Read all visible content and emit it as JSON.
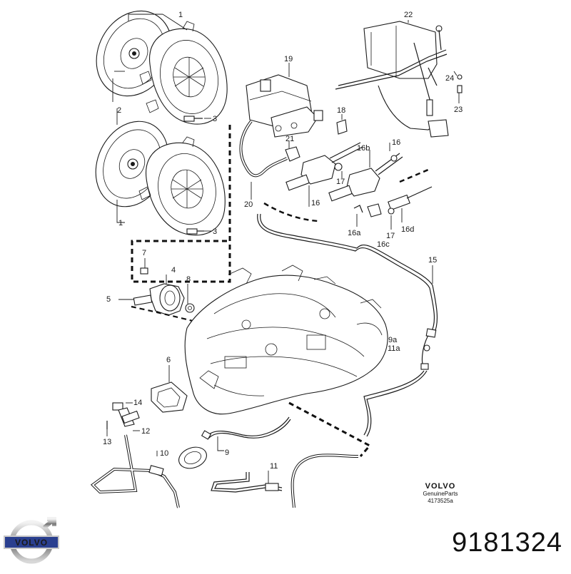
{
  "diagram": {
    "callouts": [
      {
        "id": "c1a",
        "text": "1"
      },
      {
        "id": "c2",
        "text": "2"
      },
      {
        "id": "c3a",
        "text": "3"
      },
      {
        "id": "c1b",
        "text": "1"
      },
      {
        "id": "c3b",
        "text": "3"
      },
      {
        "id": "c7",
        "text": "7"
      },
      {
        "id": "c4",
        "text": "4"
      },
      {
        "id": "c8",
        "text": "8"
      },
      {
        "id": "c5",
        "text": "5"
      },
      {
        "id": "c6",
        "text": "6"
      },
      {
        "id": "c14",
        "text": "14"
      },
      {
        "id": "c12",
        "text": "12"
      },
      {
        "id": "c13",
        "text": "13"
      },
      {
        "id": "c10",
        "text": "10"
      },
      {
        "id": "c9",
        "text": "9"
      },
      {
        "id": "c11",
        "text": "11"
      },
      {
        "id": "c19",
        "text": "19"
      },
      {
        "id": "c18",
        "text": "18"
      },
      {
        "id": "c21",
        "text": "21"
      },
      {
        "id": "c20",
        "text": "20"
      },
      {
        "id": "c16a",
        "text": "16"
      },
      {
        "id": "c17a",
        "text": "17"
      },
      {
        "id": "c16b",
        "text": "16b"
      },
      {
        "id": "c16c",
        "text": "16"
      },
      {
        "id": "c16a2",
        "text": "16a"
      },
      {
        "id": "c17b",
        "text": "17"
      },
      {
        "id": "c16cut",
        "text": "16c"
      },
      {
        "id": "c16d",
        "text": "16d"
      },
      {
        "id": "c22",
        "text": "22"
      },
      {
        "id": "c24",
        "text": "24"
      },
      {
        "id": "c23",
        "text": "23"
      },
      {
        "id": "c15",
        "text": "15"
      },
      {
        "id": "c11a",
        "text": "11a"
      },
      {
        "id": "c9a",
        "text": "9a"
      }
    ]
  },
  "brand": {
    "name": "VOLVO",
    "subtitle": "GenuineParts",
    "reference": "4173525a"
  },
  "logo": {
    "text": "VOLVO"
  },
  "part_number": "9181324"
}
